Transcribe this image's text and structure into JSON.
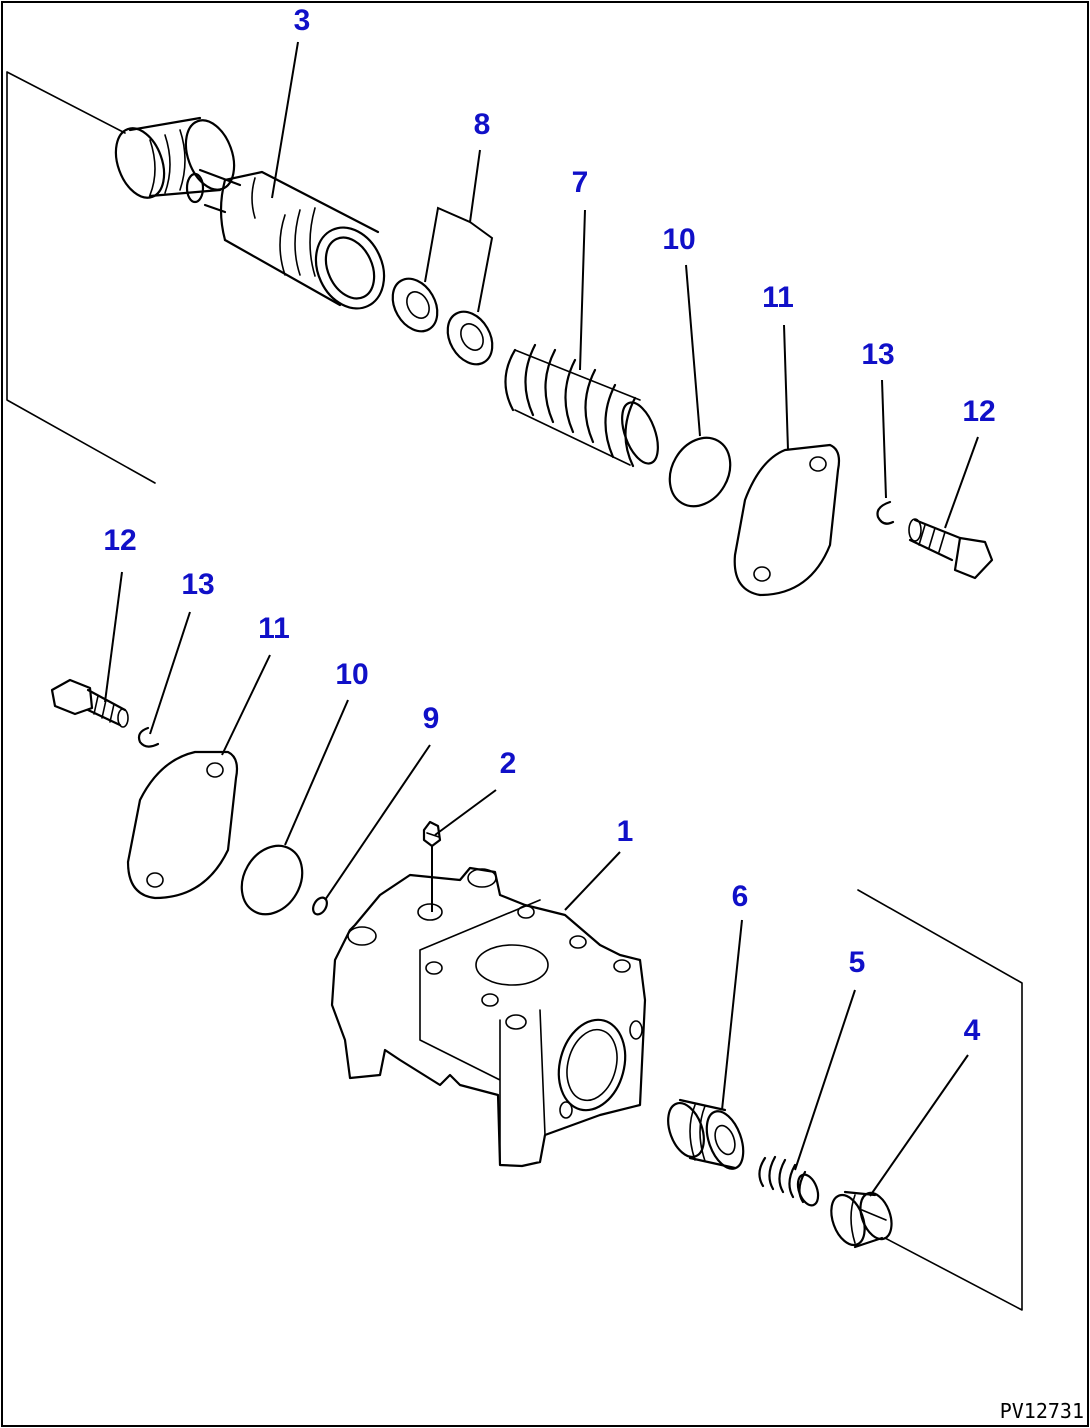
{
  "drawing_code": "PV12731",
  "colors": {
    "label": "#1010c8",
    "line": "#000000",
    "background": "#ffffff"
  },
  "labels": [
    {
      "id": "l3",
      "text": "3"
    },
    {
      "id": "l8",
      "text": "8"
    },
    {
      "id": "l7",
      "text": "7"
    },
    {
      "id": "l10a",
      "text": "10"
    },
    {
      "id": "l11a",
      "text": "11"
    },
    {
      "id": "l13a",
      "text": "13"
    },
    {
      "id": "l12a",
      "text": "12"
    },
    {
      "id": "l12b",
      "text": "12"
    },
    {
      "id": "l13b",
      "text": "13"
    },
    {
      "id": "l11b",
      "text": "11"
    },
    {
      "id": "l10b",
      "text": "10"
    },
    {
      "id": "l9",
      "text": "9"
    },
    {
      "id": "l2",
      "text": "2"
    },
    {
      "id": "l1",
      "text": "1"
    },
    {
      "id": "l6",
      "text": "6"
    },
    {
      "id": "l5",
      "text": "5"
    },
    {
      "id": "l4",
      "text": "4"
    }
  ]
}
